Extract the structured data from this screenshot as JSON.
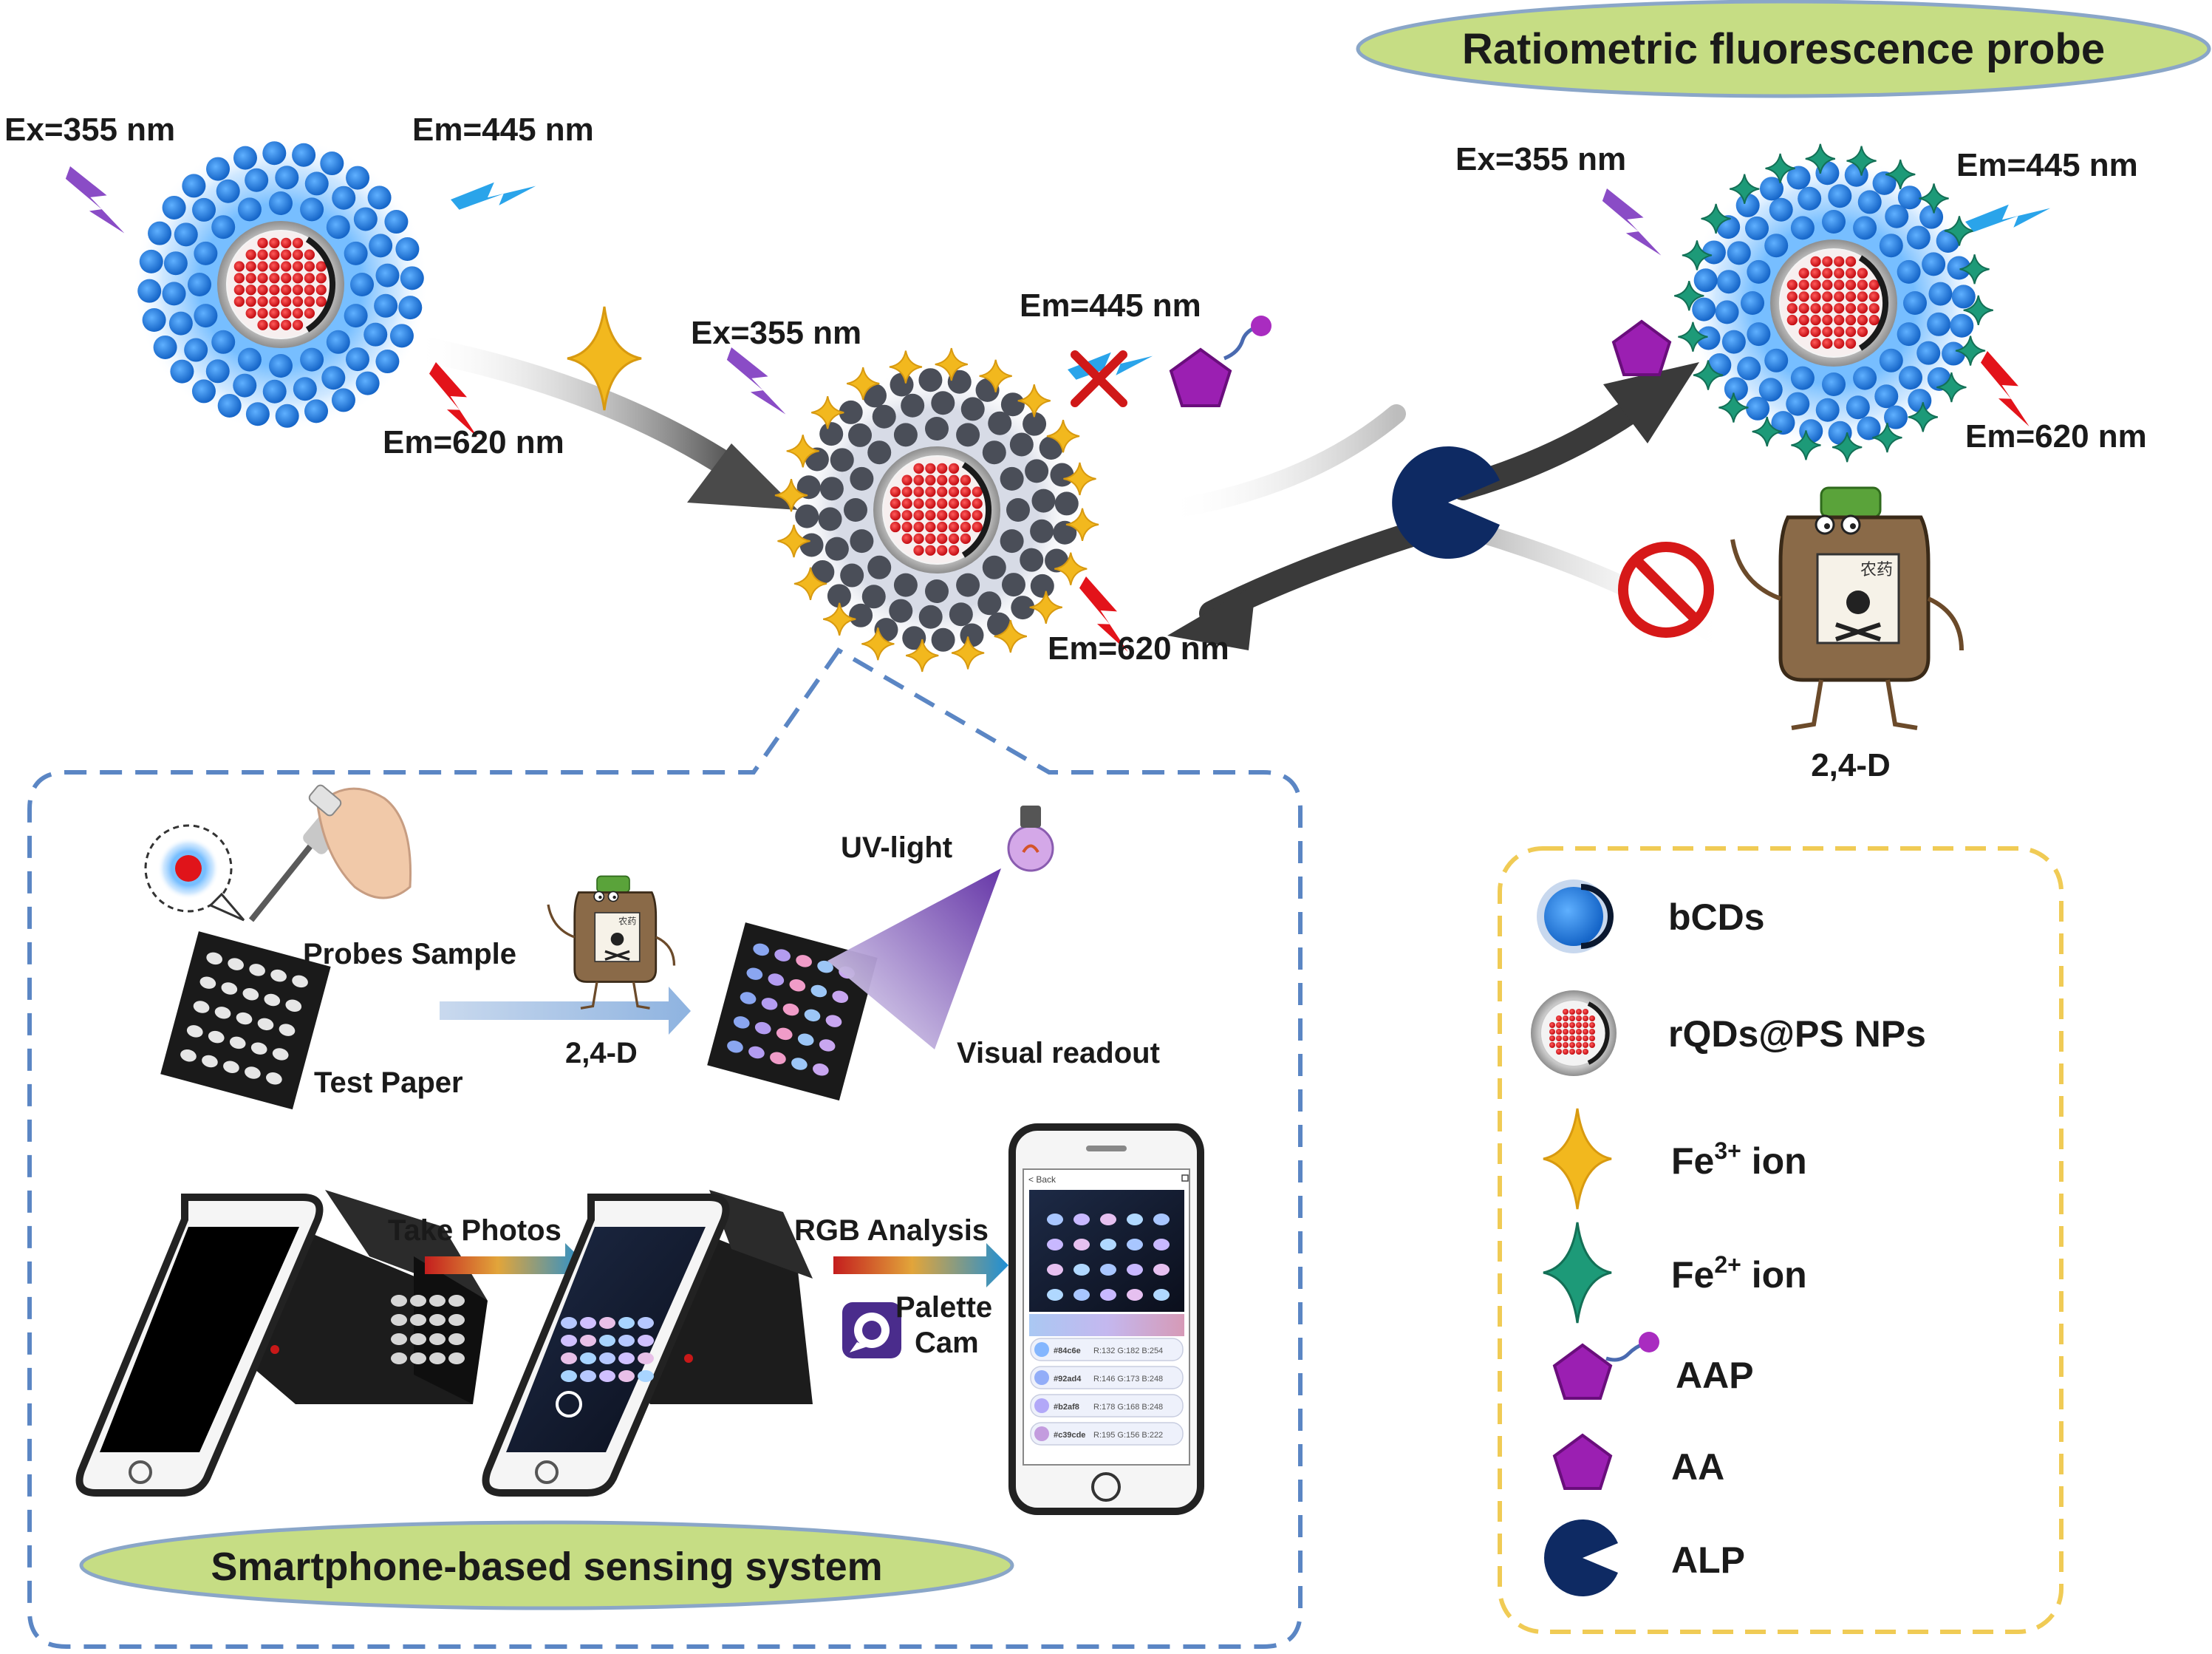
{
  "title": "Ratiometric fluorescence probe",
  "labels": {
    "ex_left": "Ex=355 nm",
    "em_blue_left": "Em=445 nm",
    "em_red_left": "Em=620 nm",
    "ex_center": "Ex=355 nm",
    "em_blue_center": "Em=445 nm",
    "em_red_center": "Em=620 nm",
    "ex_right": "Ex=355 nm",
    "em_blue_right": "Em=445 nm",
    "em_red_right": "Em=620 nm",
    "pesticide": "2,4-D",
    "bottle_tag": "农药"
  },
  "workflow": {
    "probes_sample": "Probes Sample",
    "test_paper": "Test Paper",
    "analyte": "2,4-D",
    "uv_light": "UV-light",
    "visual_readout": "Visual readout",
    "take_photos": "Take Photos",
    "rgb_analysis": "RGB Analysis",
    "app_name_line1": "Palette",
    "app_name_line2": "Cam",
    "system_title": "Smartphone-based sensing system",
    "app_back": "< Back",
    "rgb_rows": [
      {
        "hex": "#84c6e",
        "rgb": "R:132 G:182 B:254"
      },
      {
        "hex": "#92ad4",
        "rgb": "R:146 G:173 B:248"
      },
      {
        "hex": "#b2af8",
        "rgb": "R:178 G:168 B:248"
      },
      {
        "hex": "#c39cde",
        "rgb": "R:195 G:156 B:222"
      }
    ]
  },
  "legend": {
    "items": [
      {
        "key": "bcds",
        "label": "bCDs"
      },
      {
        "key": "rqds",
        "label": "rQDs@PS NPs"
      },
      {
        "key": "fe3",
        "base": "Fe",
        "sup": "3+",
        "rest": " ion"
      },
      {
        "key": "fe2",
        "base": "Fe",
        "sup": "2+",
        "rest": " ion"
      },
      {
        "key": "aap",
        "label": "AAP"
      },
      {
        "key": "aa",
        "label": "AA"
      },
      {
        "key": "alp",
        "label": "ALP"
      }
    ]
  },
  "colors": {
    "blue_dot": "#1f7de0",
    "red_dot": "#e0141a",
    "gray_dot": "#4a4e58",
    "star_gold": "#f2b81e",
    "star_green": "#1d9a78",
    "purple": "#9b1fb2",
    "alp_navy": "#0e2a63",
    "title_pill": "#c6dd84",
    "dash_blue": "#5b86c4",
    "dash_gold": "#f0cb55"
  }
}
